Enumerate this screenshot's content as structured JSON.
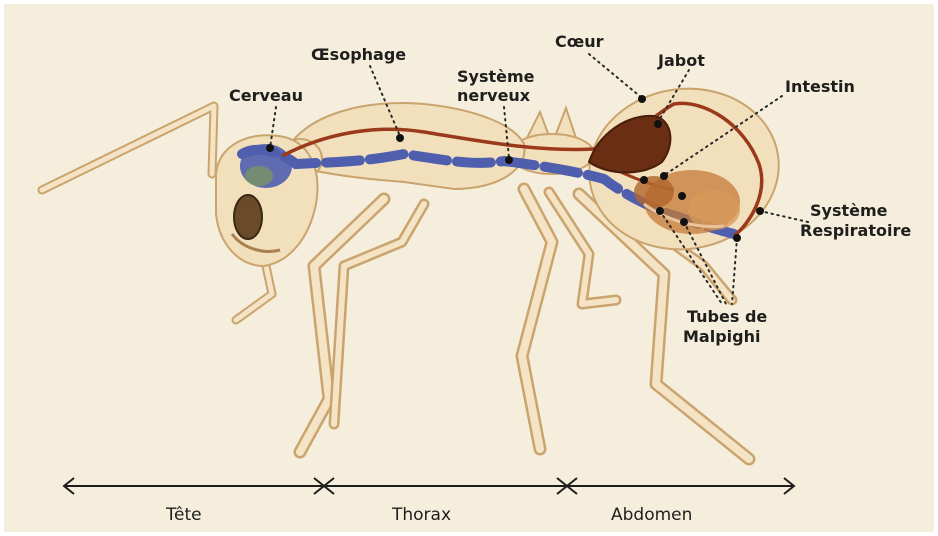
{
  "labels": {
    "cerveau": "Cerveau",
    "oesophage": "Œsophage",
    "systeme_nerveux": [
      "Système",
      "nerveux"
    ],
    "coeur": "Cœur",
    "jabot": "Jabot",
    "intestin": "Intestin",
    "systeme_respiratoire": [
      "Système",
      "Respiratoire"
    ],
    "tubes_malpighi": [
      "Tubes de",
      "Malpighi"
    ]
  },
  "sections": {
    "tete": "Tête",
    "thorax": "Thorax",
    "abdomen": "Abdomen"
  },
  "colors": {
    "background": "#f6eedc",
    "body": "#f2dfbc",
    "nervous_system": "#4f5fae",
    "digestive_tract": "#9a3a1a",
    "crop": "#6a2e12",
    "respiratory": "#c47a3a"
  }
}
